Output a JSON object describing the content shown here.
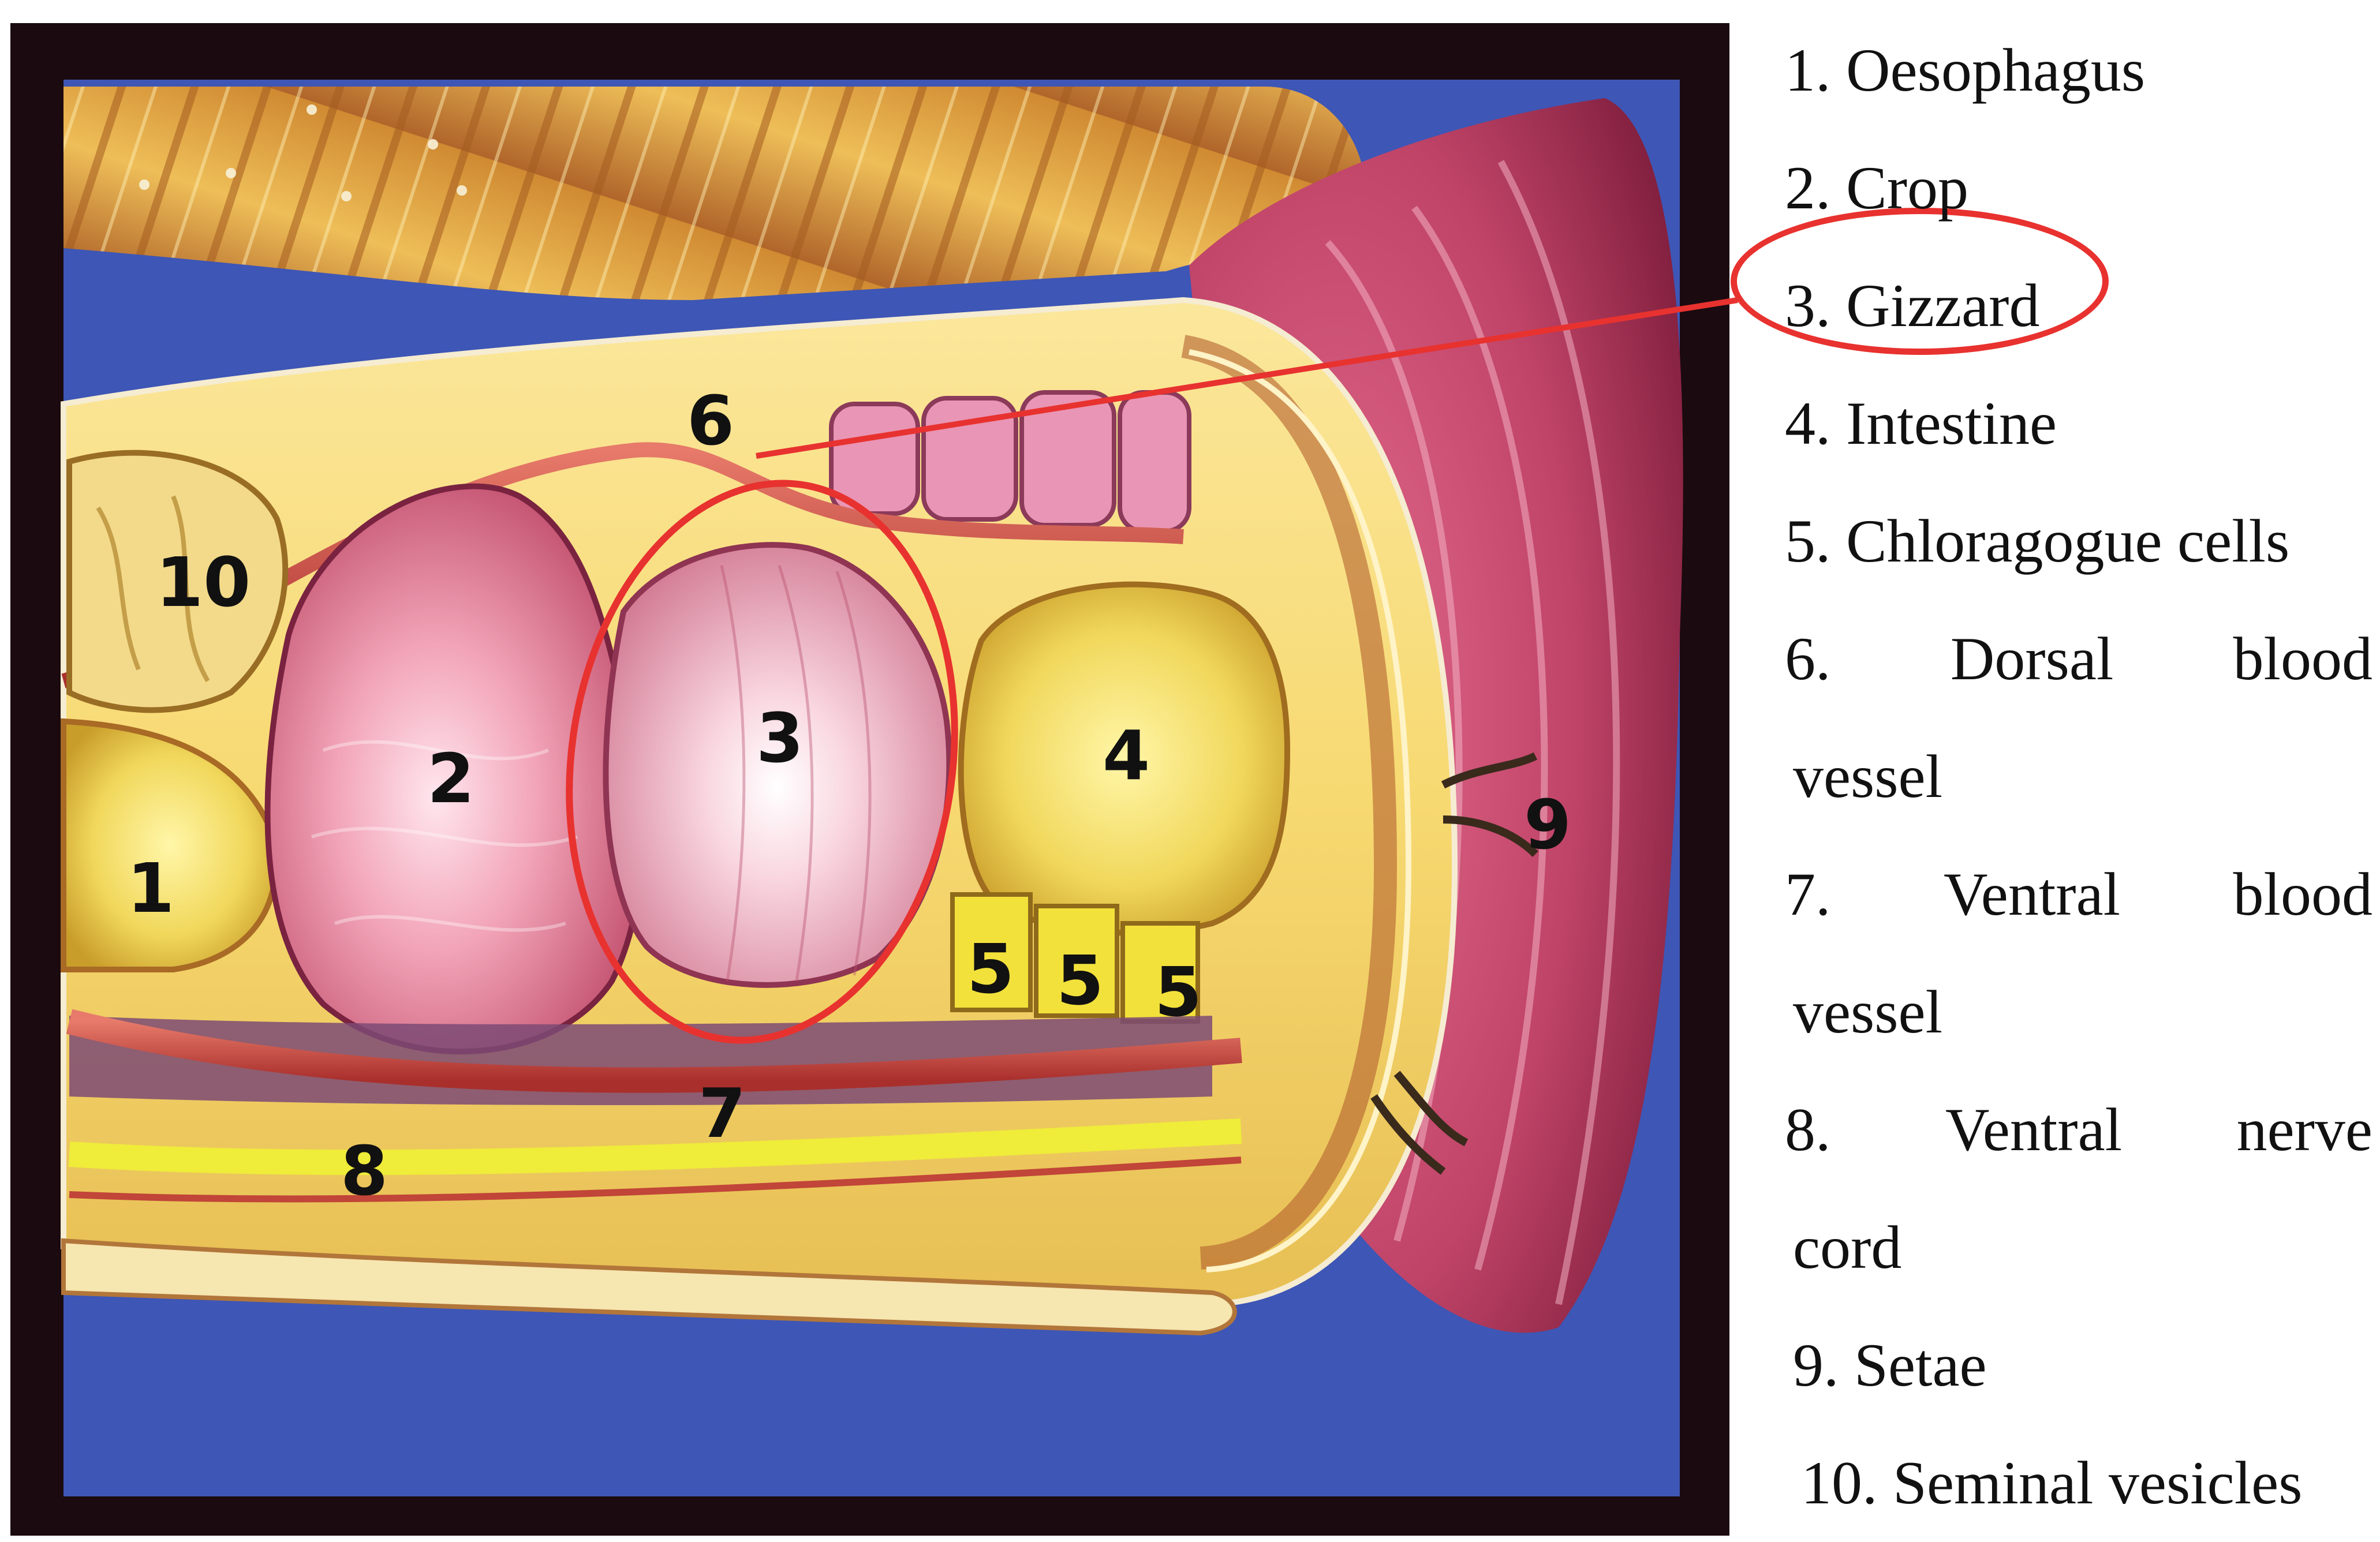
{
  "diagram": {
    "callouts": [
      "1",
      "2",
      "3",
      "4",
      "5",
      "5",
      "5",
      "6",
      "7",
      "8",
      "9",
      "10"
    ],
    "highlight_color": "#e8322f",
    "legend": [
      {
        "number": "1.",
        "text": "Oesophagus"
      },
      {
        "number": "2.",
        "text": "Crop"
      },
      {
        "number": "3.",
        "text": "Gizzard",
        "highlighted": true
      },
      {
        "number": "4.",
        "text": "Intestine"
      },
      {
        "number": "5.",
        "text": "Chloragogue cells"
      },
      {
        "number": "6.",
        "words": [
          "Dorsal",
          "blood"
        ],
        "continuation": "vessel"
      },
      {
        "number": "7.",
        "words": [
          "Ventral",
          "blood"
        ],
        "continuation": "vessel"
      },
      {
        "number": "8.",
        "words": [
          "Ventral",
          "nerve"
        ],
        "continuation": "cord"
      },
      {
        "number": "9.",
        "text": "Setae"
      },
      {
        "number": "10.",
        "text": "Seminal vesicles"
      }
    ]
  }
}
